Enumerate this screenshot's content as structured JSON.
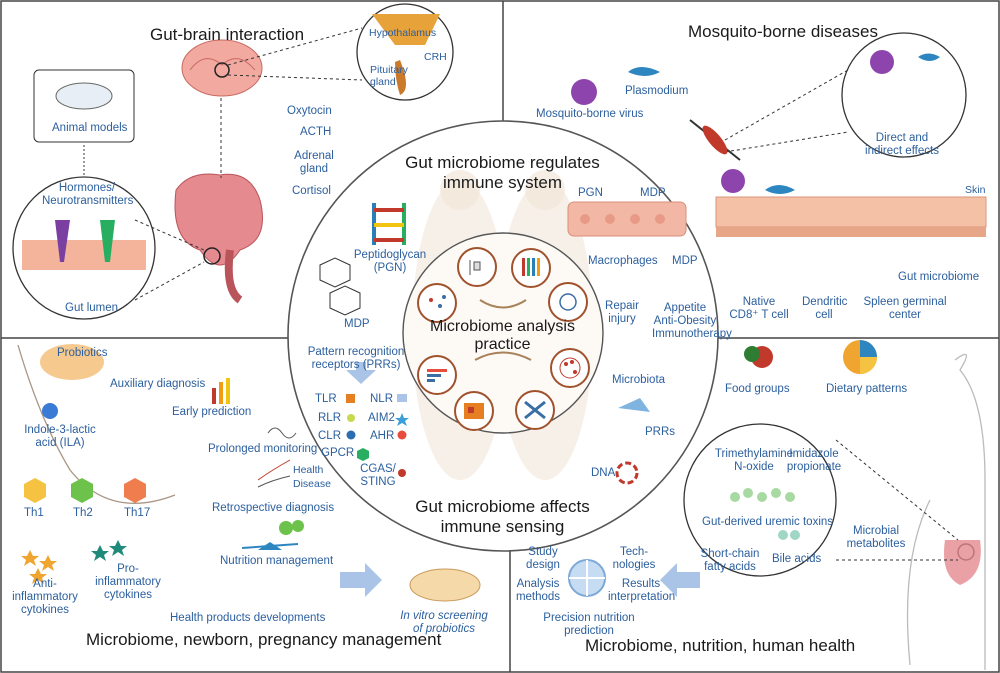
{
  "quadrants": {
    "top_left": {
      "title": "Gut-brain interaction",
      "labels": {
        "hypothalamus": "Hypothalamus",
        "crh": "CRH",
        "pituitary": "Pituitary gland",
        "oxytocin": "Oxytocin",
        "acth": "ACTH",
        "adrenal": "Adrenal gland",
        "cortisol": "Cortisol",
        "animal_models": "Animal models",
        "hormones": "Hormones/ Neurotransmitters",
        "gut_lumen": "Gut lumen"
      }
    },
    "top_right": {
      "title": "Mosquito-borne diseases",
      "labels": {
        "plasmodium": "Plasmodium",
        "mosquito_virus": "Mosquito-borne virus",
        "direct_effects": "Direct and indirect effects",
        "skin": "Skin",
        "gut_microbiome": "Gut microbiome",
        "cd8": "Native CD8⁺ T cell",
        "dendritic": "Dendritic cell",
        "spleen": "Spleen germinal center"
      }
    },
    "bottom_left": {
      "title": "Microbiome, newborn, pregnancy management",
      "labels": {
        "probiotics": "Probiotics",
        "auxiliary": "Auxiliary diagnosis",
        "early_prediction": "Early prediction",
        "ila": "Indole-3-lactic acid (ILA)",
        "prolonged": "Prolonged monitoring",
        "health": "Health",
        "disease": "Disease",
        "retrospective": "Retrospective diagnosis",
        "th1": "Th1",
        "th2": "Th2",
        "th17": "Th17",
        "pro_inflam": "Pro-inflammatory cytokines",
        "anti_inflam": "Anti-inflammatory cytokines",
        "nutrition_mgmt": "Nutrition management",
        "health_products": "Health products developments",
        "in_vitro": "In vitro screening of probiotics"
      }
    },
    "bottom_right": {
      "title": "Microbiome, nutrition, human health",
      "labels": {
        "food_groups": "Food groups",
        "dietary_patterns": "Dietary patterns",
        "tmao": "Trimethylamine N-oxide",
        "imidazole": "Imidazole propionate",
        "uremic": "Gut-derived uremic toxins",
        "scfa": "Short-chain fatty acids",
        "bile": "Bile acids",
        "microbial_metabolites": "Microbial metabolites",
        "study_design": "Study design",
        "technologies": "Tech- nologies",
        "analysis_methods": "Analysis methods",
        "results": "Results interpretation",
        "precision": "Precision nutrition prediction"
      }
    }
  },
  "center": {
    "top_title": "Gut microbiome regulates immune system",
    "bottom_title": "Gut microbiome affects immune sensing",
    "inner_title": "Microbiome analysis practice",
    "labels": {
      "pgn": "Peptidoglycan (PGN)",
      "mdp_left": "MDP",
      "pgn_short": "PGN",
      "mdp_top": "MDP",
      "macrophages": "Macrophages",
      "mdp_right": "MDP",
      "repair": "Repair injury",
      "appetite": "Appetite Anti-Obesity Immunotherapy",
      "prr_title": "Pattern recognition receptors (PRRs)",
      "microbiota": "Microbiota",
      "prrs": "PRRs",
      "dna": "DNA"
    },
    "receptors": [
      "TLR",
      "NLR",
      "RLR",
      "AIM2",
      "CLR",
      "AHR",
      "GPCR",
      "CGAS/ STING"
    ]
  },
  "colors": {
    "accent_blue": "#2b5f9e",
    "brown": "#a0522d",
    "gut_pink": "#d9626a",
    "virus_purple": "#7a3fa0",
    "arrow_blue": "#a9c4e6"
  }
}
